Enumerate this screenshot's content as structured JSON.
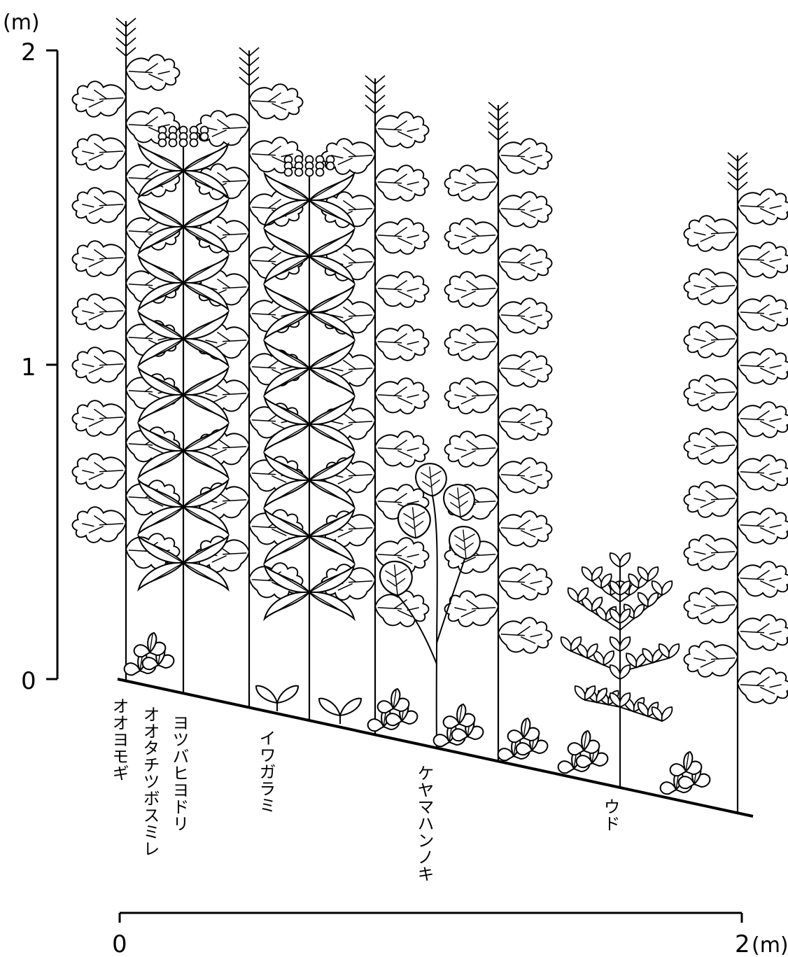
{
  "colors": {
    "ink": "#000000",
    "background": "#ffffff"
  },
  "height_axis": {
    "unit_label": "(m)",
    "ticks": [
      {
        "label": "0",
        "value": 0
      },
      {
        "label": "1",
        "value": 1
      },
      {
        "label": "2",
        "value": 2
      }
    ]
  },
  "width_axis": {
    "start_label": "0",
    "end_label": "2",
    "unit_label": "(m)",
    "range": [
      0,
      2
    ]
  },
  "species": [
    {
      "label": "オオヨモギ"
    },
    {
      "label": "オオタチツボスミレ"
    },
    {
      "label": "ヨツバヒヨドリ"
    },
    {
      "label": "イワガラミ"
    },
    {
      "label": "ケヤマハンノキ"
    },
    {
      "label": "ウド"
    }
  ]
}
